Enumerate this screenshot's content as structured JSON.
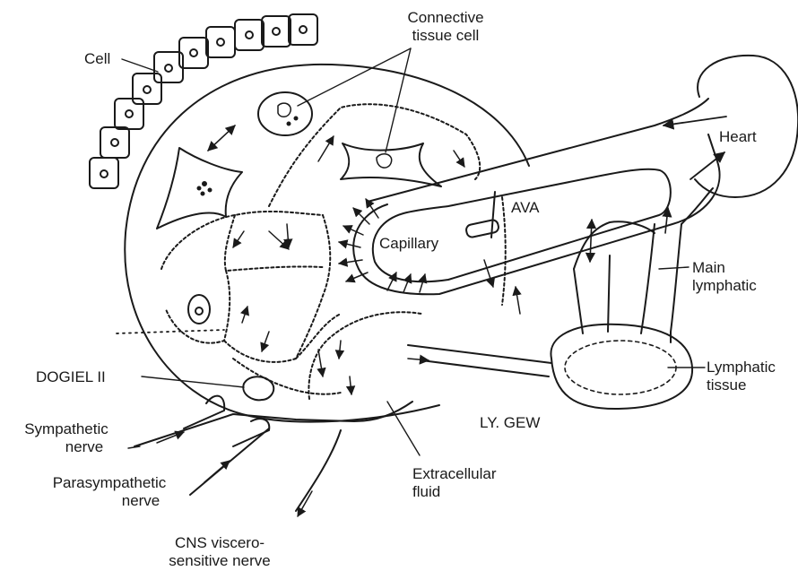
{
  "labels": {
    "cell": "Cell",
    "connective_tissue_cell": [
      "Connective",
      "tissue cell"
    ],
    "heart": "Heart",
    "ava": "AVA",
    "capillary": "Capillary",
    "main_lymphatic": [
      "Main",
      "lymphatic"
    ],
    "lymphatic_tissue": [
      "Lymphatic",
      "tissue"
    ],
    "dogiel": "DOGIEL II",
    "ly_gew": "LY. GEW",
    "sympathetic_nerve": [
      "Sympathetic",
      "nerve"
    ],
    "parasympathetic_nerve": [
      "Parasympathetic",
      "nerve"
    ],
    "extracellular_fluid": [
      "Extracellular",
      "fluid"
    ],
    "cns_nerve": [
      "CNS viscero-",
      "sensitive nerve"
    ]
  },
  "colors": {
    "ink": "#1a1a1a",
    "background": "#ffffff"
  }
}
